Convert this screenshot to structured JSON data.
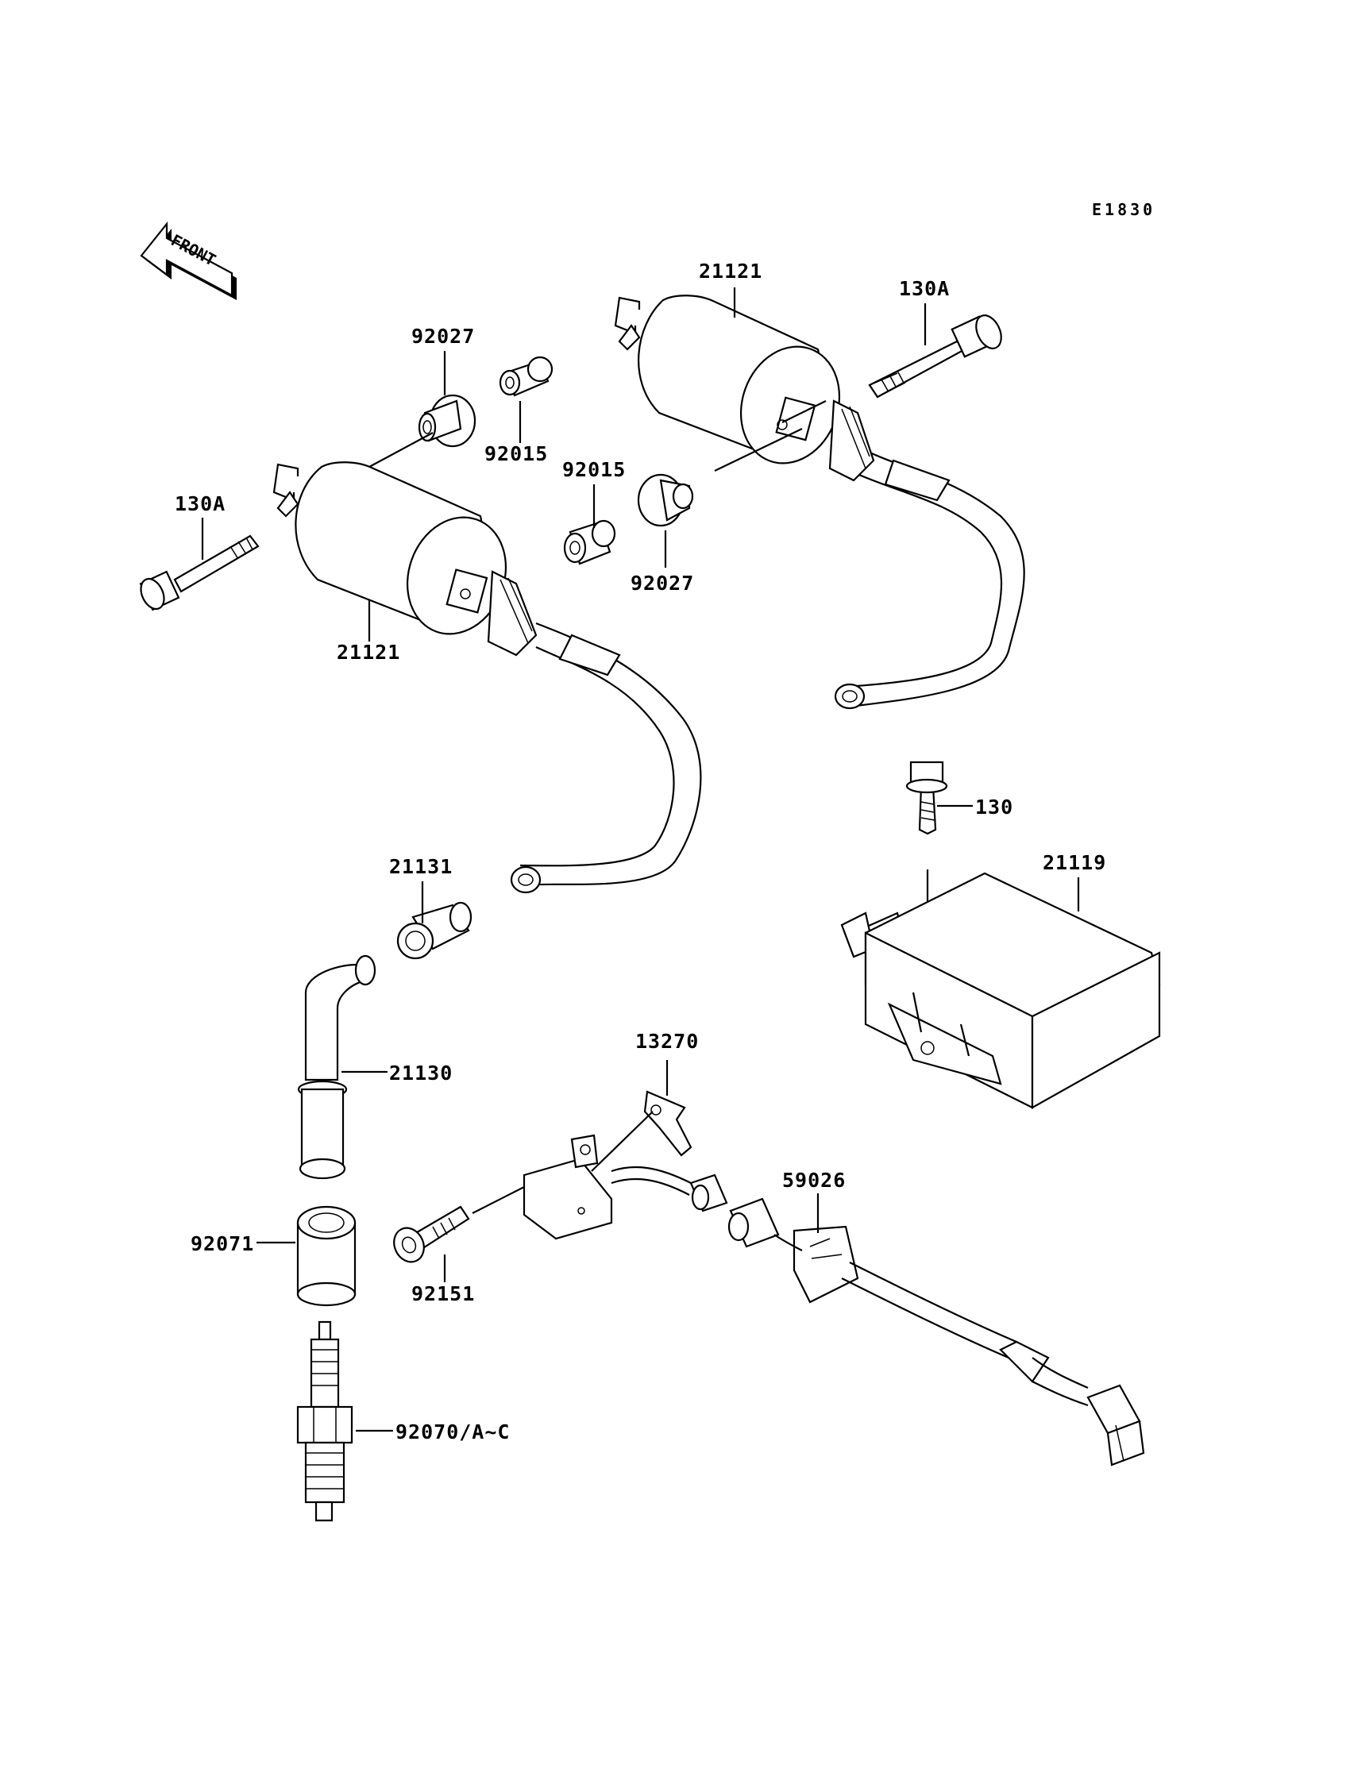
{
  "diagram_code": "E1830",
  "front_label": "FRONT",
  "labels": {
    "coil_upper": "21121",
    "coil_lower": "21121",
    "bolt_upper": "130A",
    "bolt_lower": "130A",
    "washer_92027_a": "92027",
    "washer_92027_b": "92027",
    "collar_92015_a": "92015",
    "collar_92015_b": "92015",
    "igniter_bolt": "130",
    "igniter": "21119",
    "cap_21131": "21131",
    "plug_cap": "21130",
    "bracket_13270": "13270",
    "connector_59026": "59026",
    "grommet_92071": "92071",
    "bolt_92151": "92151",
    "spark_plug": "92070/A~C"
  }
}
